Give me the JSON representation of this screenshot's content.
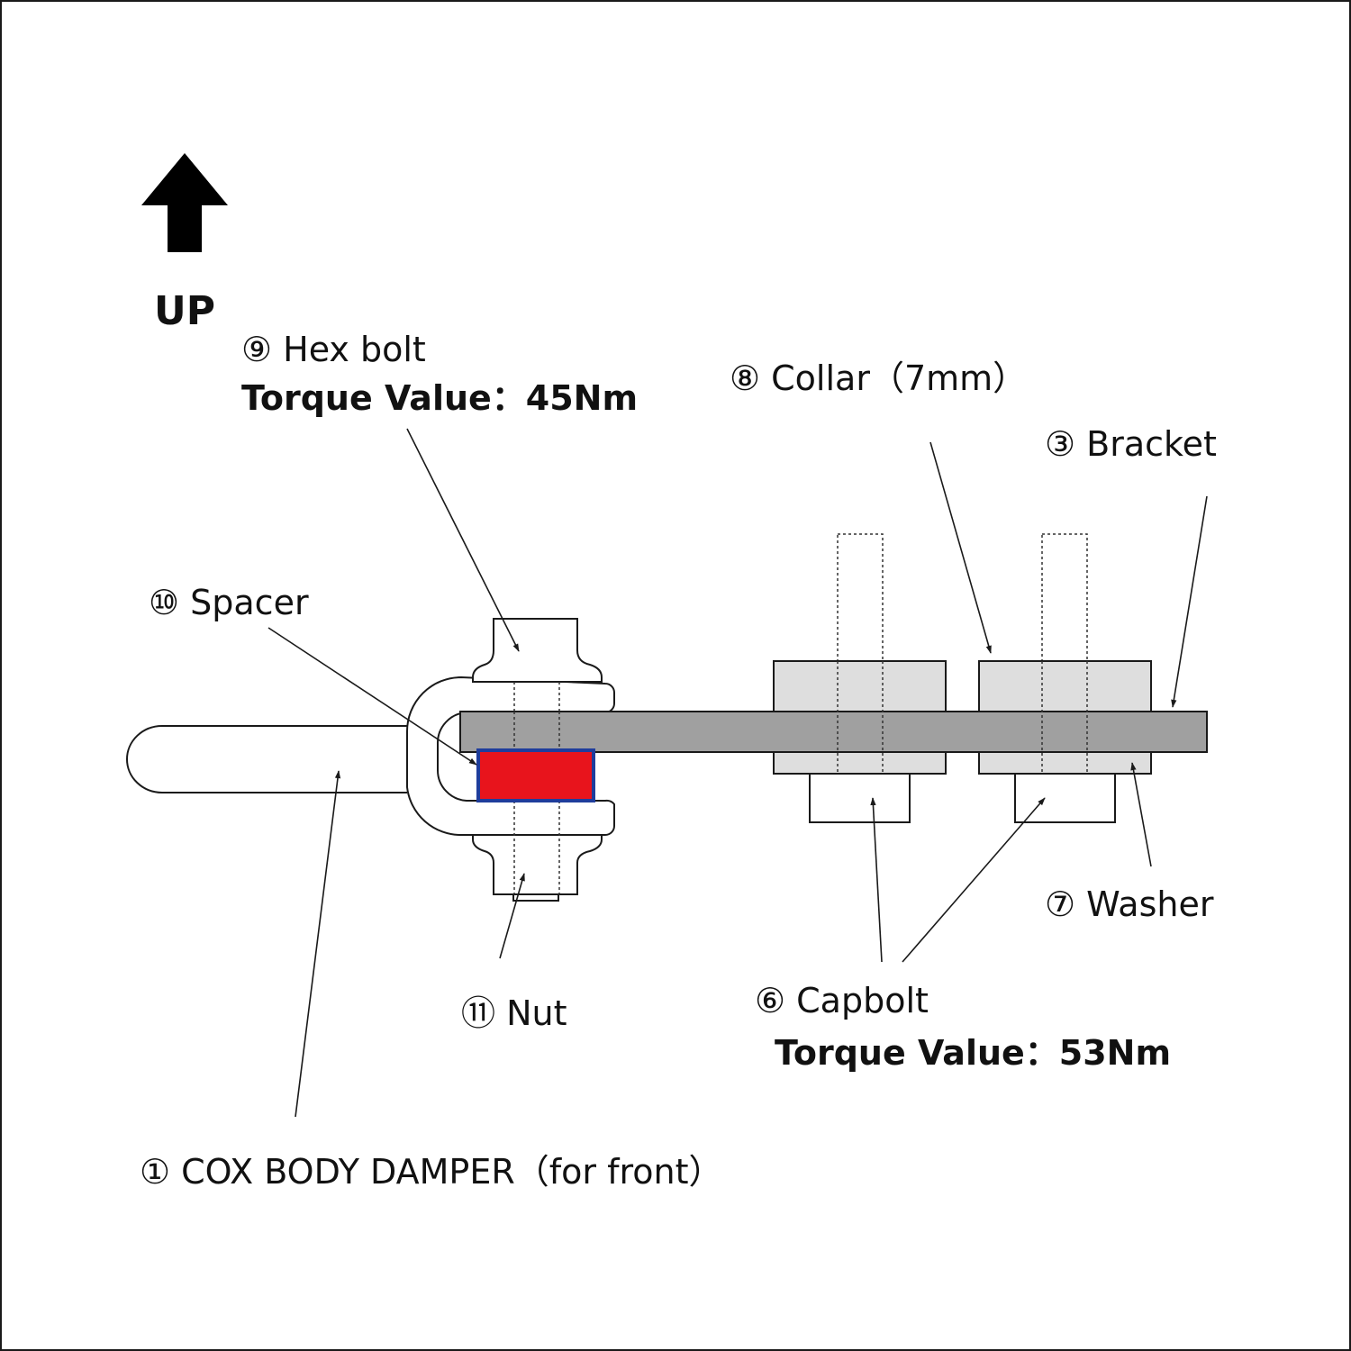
{
  "up_label": "UP",
  "labels": {
    "hex_bolt": "⑨ Hex bolt",
    "hex_bolt_torque": "Torque Value：45Nm",
    "collar": "⑧ Collar（7mm）",
    "bracket": "③ Bracket",
    "spacer": "⑩ Spacer",
    "washer": "⑦ Washer",
    "nut": "⑪ Nut",
    "capbolt": "⑥ Capbolt",
    "capbolt_torque": "Torque Value：53Nm",
    "damper": "① COX BODY DAMPER（for front）"
  },
  "colors": {
    "bracket": "#a0a0a0",
    "collar": "#dedede",
    "spacer_fill": "#e8141c",
    "spacer_border": "#1f3d9c",
    "arrow": "#000000",
    "frame": "#1a1a1a"
  },
  "icons": {
    "up_arrow": "up-arrow-icon",
    "leader_arrow": "arrowhead"
  }
}
